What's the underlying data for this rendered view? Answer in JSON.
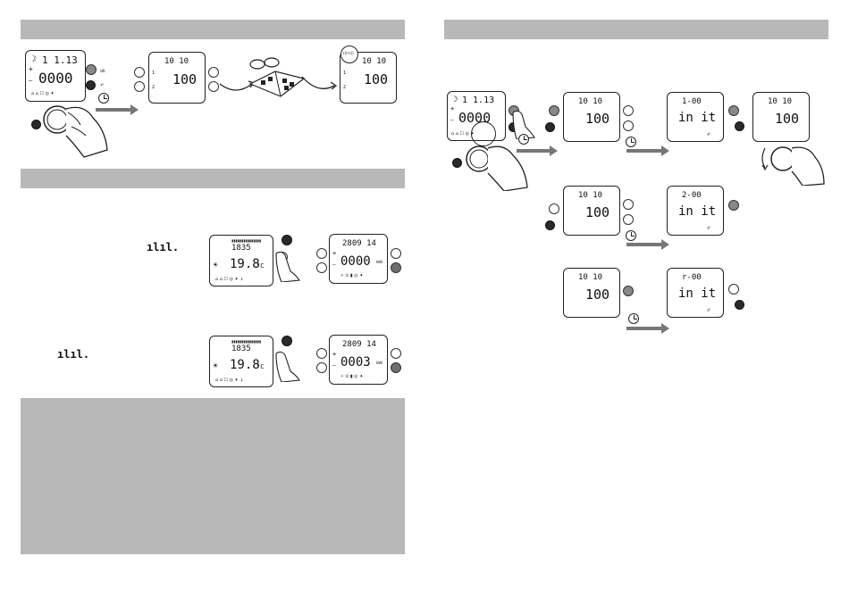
{
  "left_top": {
    "lcd1": {
      "time": "1 1.13",
      "value": "0000",
      "plus": "+",
      "minus": "—"
    },
    "lcd2": {
      "top": "10 10",
      "value": "100",
      "l1": "1",
      "l2": "2"
    },
    "lcd3": {
      "top": "10 10",
      "value": "100",
      "l1": "1",
      "l2": "2",
      "badge": "(((•)))"
    }
  },
  "left_mid": {
    "row1": {
      "icon": "ılıl.",
      "lcd_a": {
        "top": "1835",
        "temp": "19.8",
        "unit": "°C"
      },
      "lcd_b": {
        "top": "2809 14",
        "value": "0000",
        "unit": "kWh",
        "plus": "+",
        "minus": "—"
      }
    },
    "row2": {
      "icon": "ılıl.",
      "lcd_a": {
        "top": "1835",
        "temp": "19.8",
        "unit": "°C"
      },
      "lcd_b": {
        "top": "2809 14",
        "value": "0003",
        "unit": "kWh",
        "plus": "+",
        "minus": "—"
      }
    }
  },
  "right": {
    "start": {
      "time": "1 1.13",
      "value": "0000",
      "plus": "+",
      "minus": "—"
    },
    "row1": [
      {
        "top": "10 10",
        "value": "100"
      },
      {
        "top": "1-00",
        "value": "in it"
      },
      {
        "top": "10 10",
        "value": "100"
      }
    ],
    "row2": [
      {
        "top": "10 10",
        "value": "100"
      },
      {
        "top": "2-00",
        "value": "in it"
      }
    ],
    "row3": [
      {
        "top": "10 10",
        "value": "100"
      },
      {
        "top": "r-00",
        "value": "in it"
      }
    ]
  },
  "colors": {
    "bar": "#b8b8b8",
    "arrow": "#777777",
    "dark_button": "#2a2a2a"
  }
}
